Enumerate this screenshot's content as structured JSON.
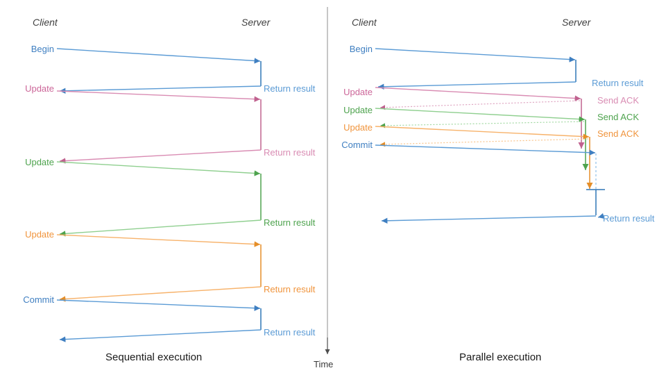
{
  "figure": {
    "type": "sequence-diagram",
    "panels": [
      {
        "id": "sequential",
        "caption": "Sequential execution",
        "actors": {
          "client": "Client",
          "server": "Server"
        },
        "client_labels": [
          {
            "text": "Begin",
            "color": "#3f7fc1"
          },
          {
            "text": "Update",
            "color": "#cc6699"
          },
          {
            "text": "Update",
            "color": "#4ea34e"
          },
          {
            "text": "Update",
            "color": "#f0943c"
          },
          {
            "text": "Commit",
            "color": "#3f7fc1"
          }
        ],
        "server_labels": [
          {
            "text": "Return result",
            "color": "#5b9bd5"
          },
          {
            "text": "Return result",
            "color": "#d98cb3"
          },
          {
            "text": "Return result",
            "color": "#4ea34e"
          },
          {
            "text": "Return result",
            "color": "#f0943c"
          },
          {
            "text": "Return result",
            "color": "#5b9bd5"
          }
        ]
      },
      {
        "id": "parallel",
        "caption": "Parallel execution",
        "actors": {
          "client": "Client",
          "server": "Server"
        },
        "client_labels": [
          {
            "text": "Begin",
            "color": "#3f7fc1"
          },
          {
            "text": "Update",
            "color": "#cc6699"
          },
          {
            "text": "Update",
            "color": "#4ea34e"
          },
          {
            "text": "Update",
            "color": "#f0943c"
          },
          {
            "text": "Commit",
            "color": "#3f7fc1"
          }
        ],
        "server_labels": [
          {
            "text": "Return result",
            "color": "#5b9bd5"
          },
          {
            "text": "Send ACK",
            "color": "#d98cb3"
          },
          {
            "text": "Send ACK",
            "color": "#4ea34e"
          },
          {
            "text": "Send ACK",
            "color": "#f0943c"
          },
          {
            "text": "Return result",
            "color": "#5b9bd5"
          }
        ]
      }
    ],
    "time_axis": {
      "label": "Time",
      "color": "#4d4d4d"
    },
    "divider_color": "#808080",
    "colors": {
      "blue_line": "#5b9bd5",
      "blue_bar": "#2e75b6",
      "pink_line": "#d98cb3",
      "pink_bar": "#c0628f",
      "green_line": "#8fcf8f",
      "green_bar": "#4ea34e",
      "orange_line": "#f7b26a",
      "orange_bar": "#e58e28",
      "background": "#ffffff"
    }
  }
}
